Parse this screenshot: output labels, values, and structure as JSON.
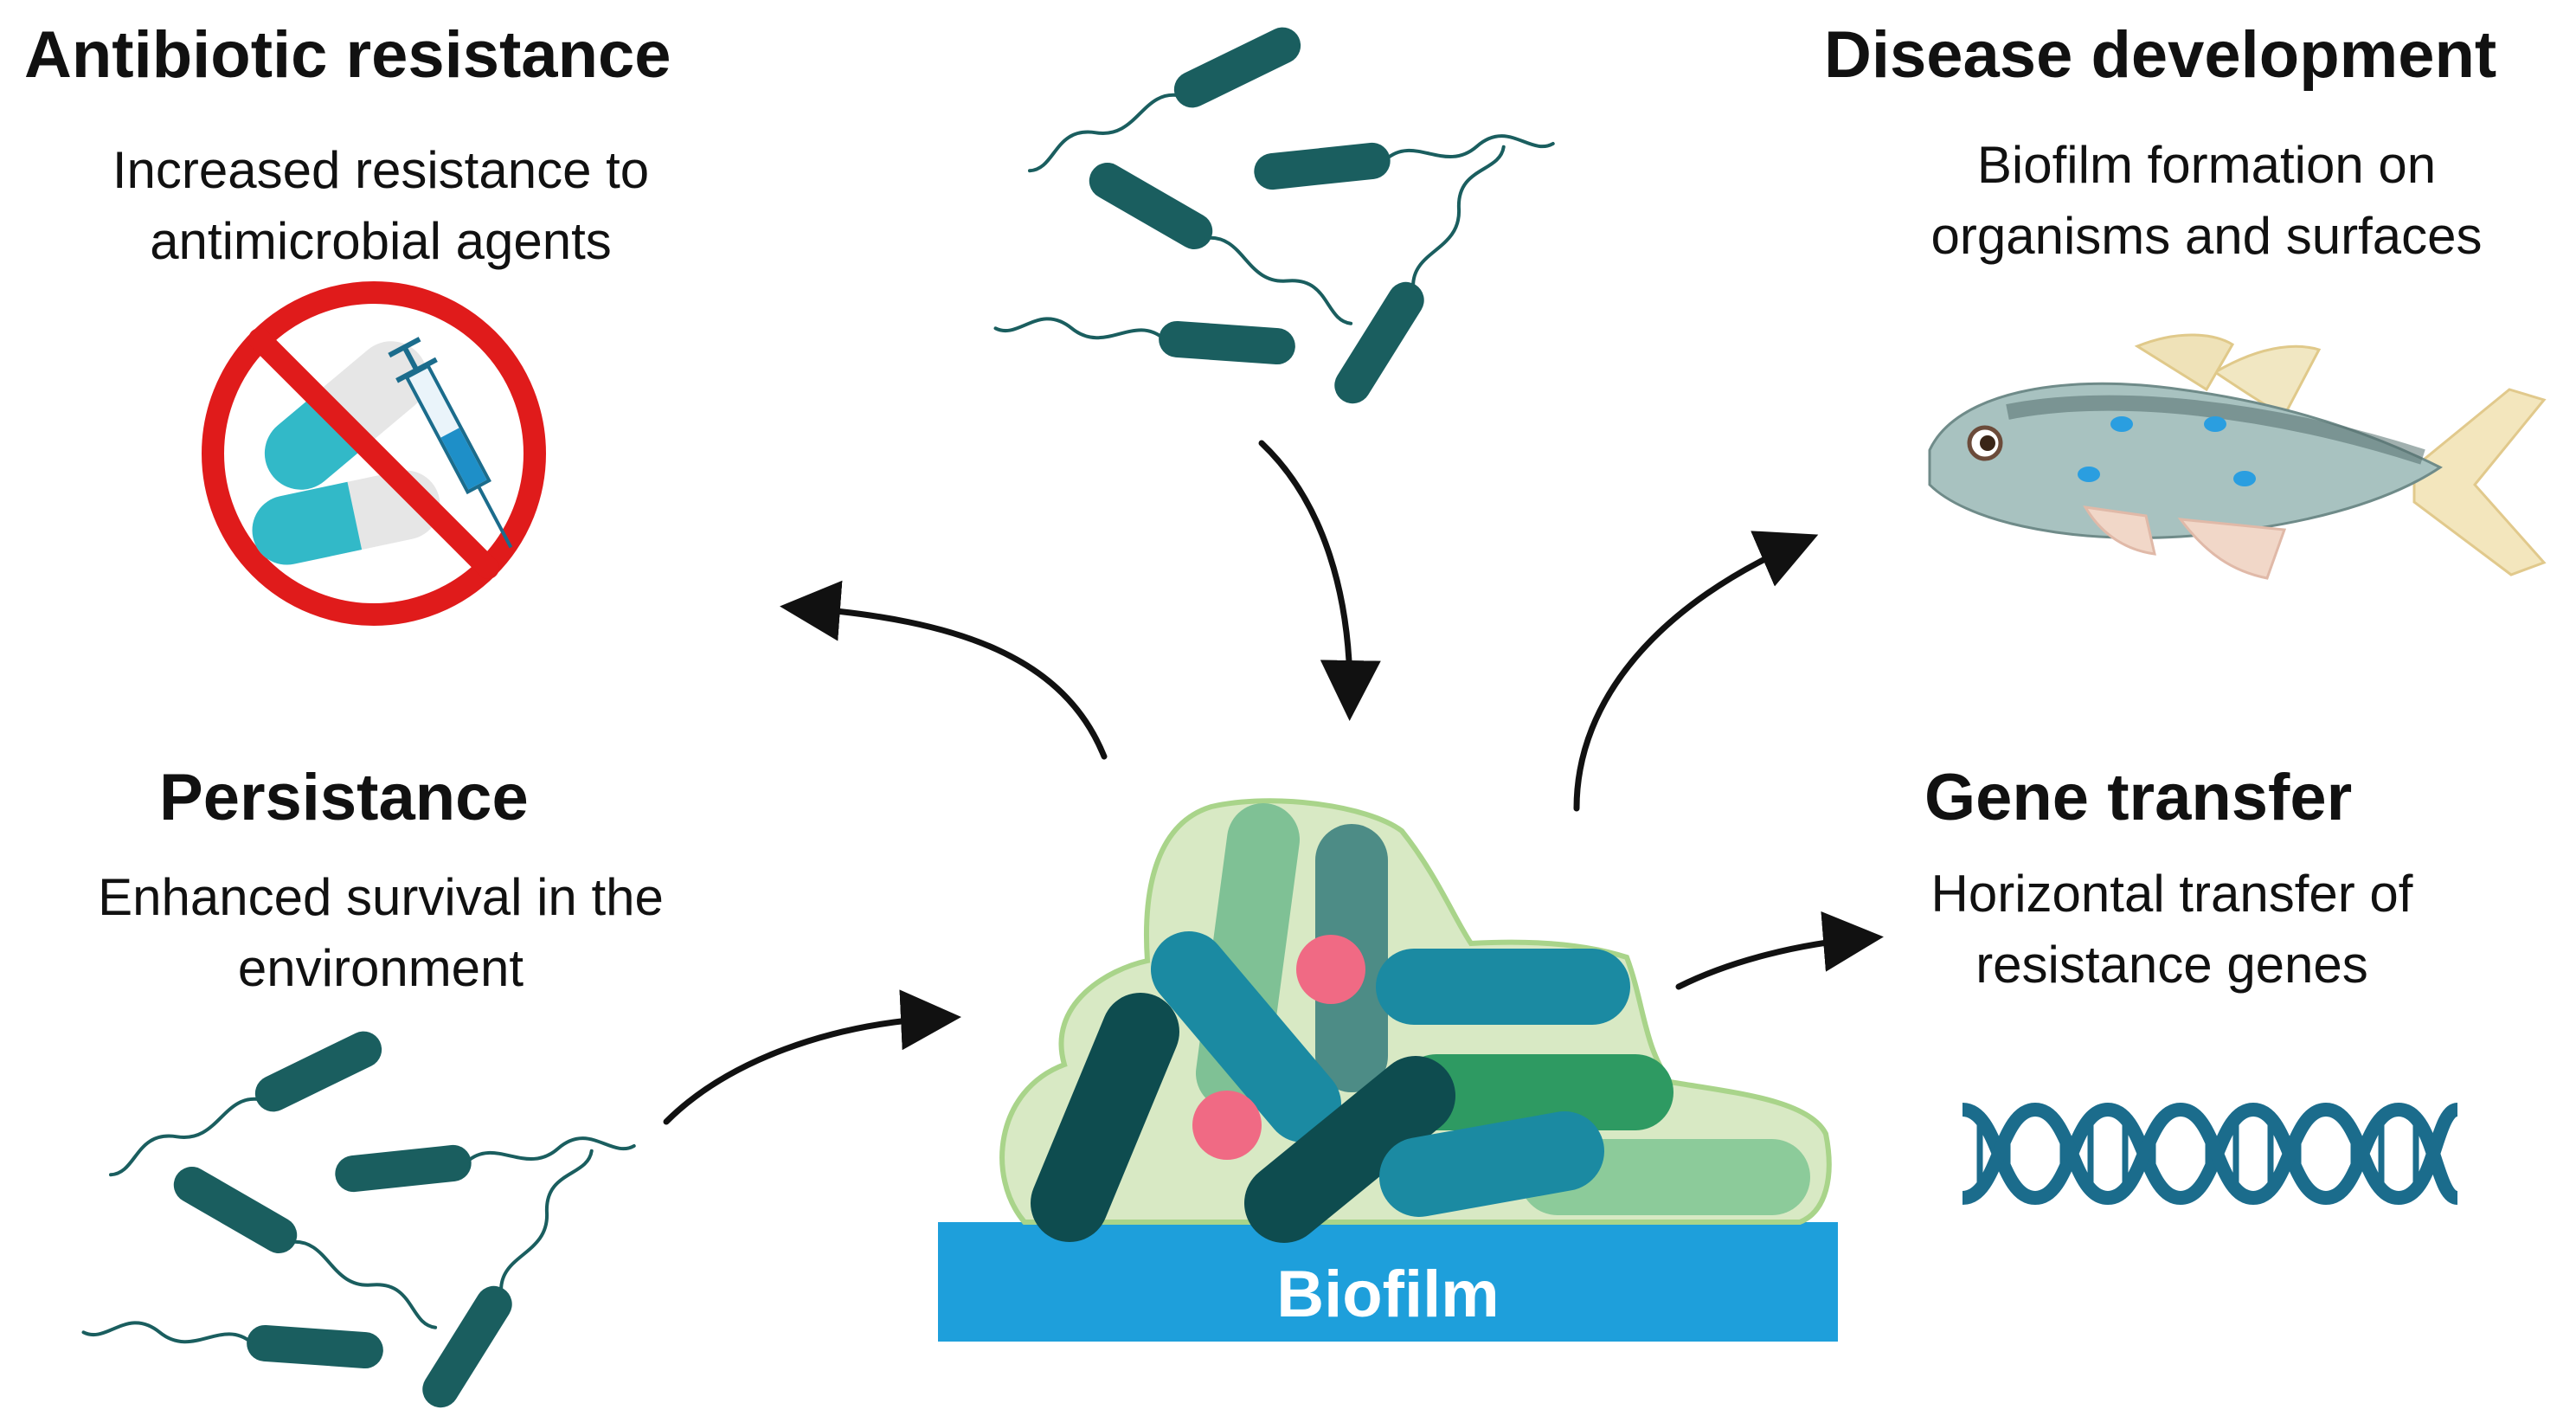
{
  "panels": {
    "antibiotic_resistance": {
      "heading": "Antibiotic resistance",
      "lines": [
        "Increased resistance to",
        "antimicrobial agents"
      ],
      "icon": "no-antibiotics-icon"
    },
    "disease_development": {
      "heading": "Disease development",
      "lines": [
        "Biofilm formation on",
        "organisms and surfaces"
      ],
      "icon": "fish-icon"
    },
    "persistance": {
      "heading": "Persistance",
      "lines": [
        "Enhanced survival in the",
        "environment"
      ],
      "icon": "bacteria-icon"
    },
    "gene_transfer": {
      "heading": "Gene transfer",
      "lines": [
        "Horizontal transfer of",
        "resistance genes"
      ],
      "icon": "dna-icon"
    }
  },
  "center": {
    "label": "Biofilm",
    "icon": "biofilm-icon"
  },
  "colors": {
    "bacteria": "#1a5e5f",
    "surface": "#1e9fdb",
    "matrix_fill": "#d8e9c4",
    "matrix_stroke": "#a9d48a",
    "no_sign": "#e01b1b",
    "dna": "#1b6c8c",
    "arrow": "#111111"
  }
}
